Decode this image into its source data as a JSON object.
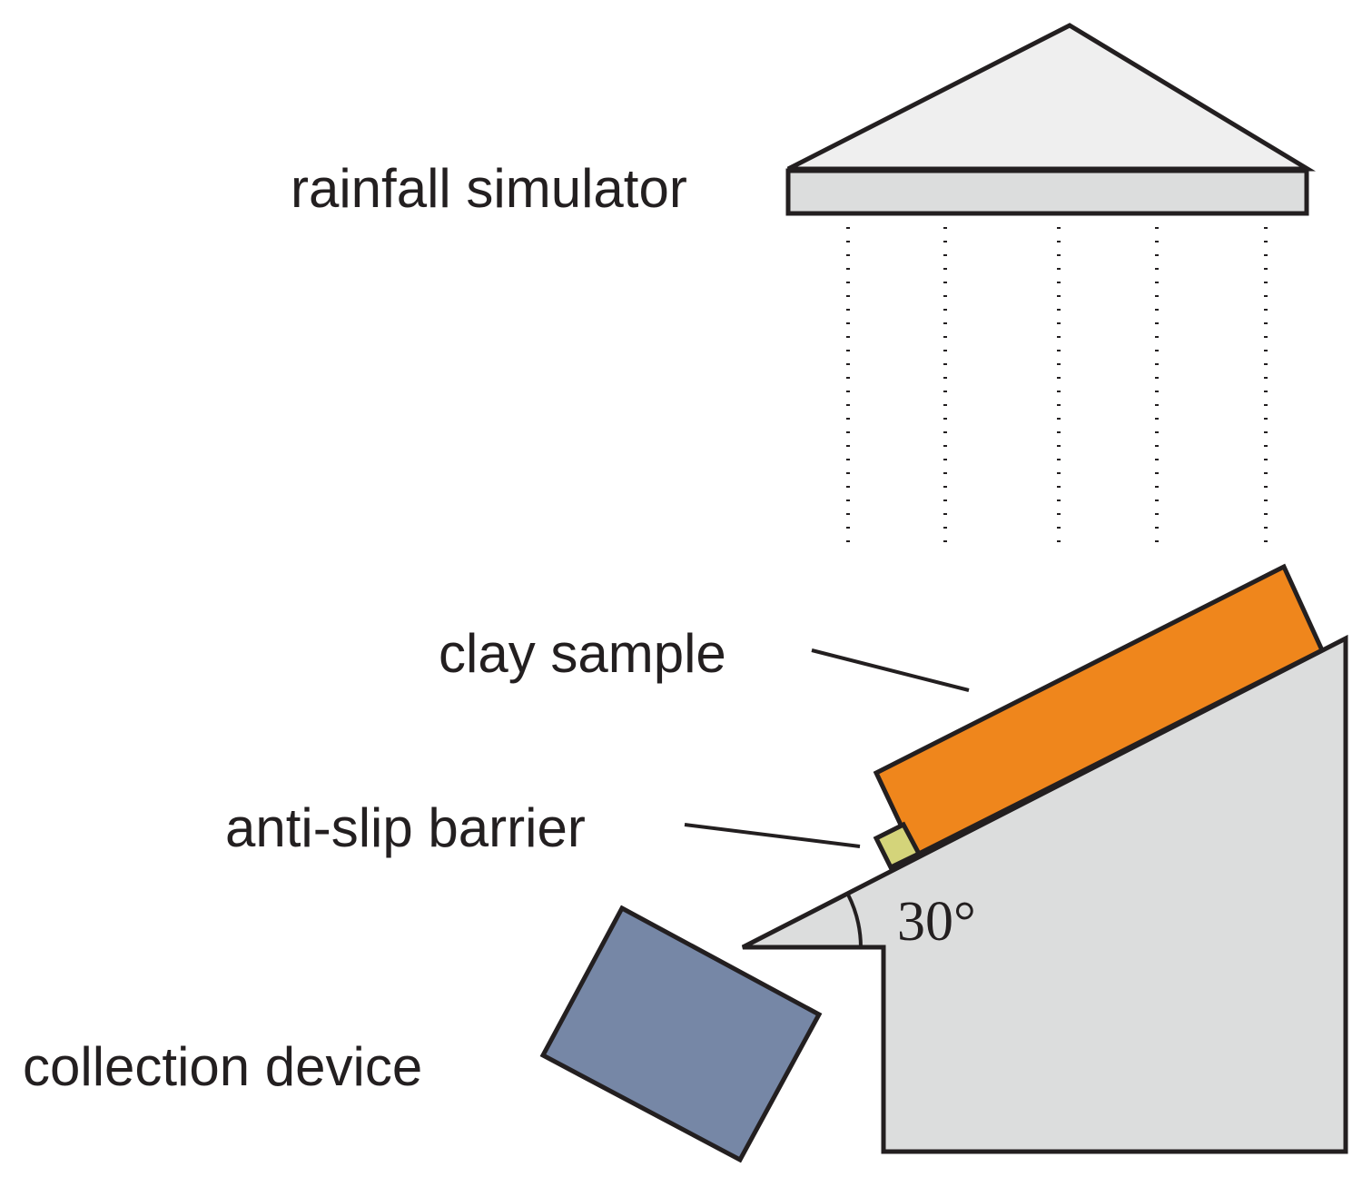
{
  "labels": {
    "rainfall_simulator": "rainfall simulator",
    "clay_sample": "clay sample",
    "anti_slip_barrier": "anti-slip barrier",
    "collection_device": "collection device",
    "slope_angle": "30°"
  },
  "colors": {
    "simulator_roof": "#efefef",
    "simulator_base": "#dcdddd",
    "slope_base": "#dcdddd",
    "clay_sample": "#ef861c",
    "anti_slip_barrier": "#d4d47a",
    "collection_device": "#7687a6",
    "outline": "#231f20"
  }
}
